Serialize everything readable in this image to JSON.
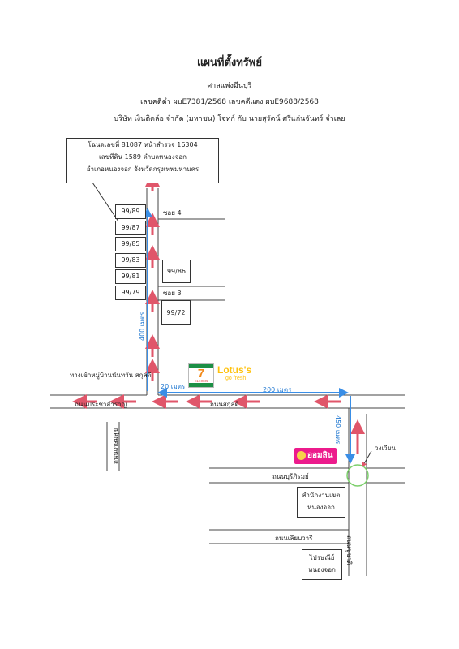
{
  "header": {
    "title": "แผนที่ตั้งทรัพย์",
    "court": "ศาลแพ่งมีนบุรี",
    "case_numbers": "เลขคดีดำ  ผบE7381/2568  เลขคดีแดง  ผบE9688/2568",
    "parties": "บริษัท  เงินติดล้อ  จำกัด  (มหาชน)  โจทก์  กับ  นายสุรัตน์  ศรีแก่นจันทร์  จำเลย"
  },
  "info_box": {
    "line1": "โฉนดเลขที่  81087  หน้าสำรวจ  16304",
    "line2": "เลขที่ดิน  1589  ตำบลหนองจอก",
    "line3": "อำเภอหนองจอก  จังหวัดกรุงเทพมหานคร"
  },
  "lots": [
    "99/89",
    "99/87",
    "99/85",
    "99/83",
    "99/81",
    "99/79"
  ],
  "buildings": {
    "b1": "99/86",
    "b2": "99/72",
    "office_line1": "สำนักงานเขต",
    "office_line2": "หนองจอก",
    "post_line1": "ไปรษณีย์",
    "post_line2": "หนองจอก"
  },
  "labels": {
    "soi4": "ซอย 4",
    "soi3": "ซอย 3",
    "entrance": "ทางเข้าหมู่บ้านนันทวัน สกุลดี",
    "road_pracha": "ถนนประชาสำราญ",
    "road_sakul": "ถนนสกุลดี",
    "road_kasem": "ถนนเกษมสุข",
    "road_buri": "ถนนบุรีภิรมย์",
    "road_liab": "ถนนเลียบวารี",
    "road_chuchat": "ถนนชูชาติ",
    "roundabout": "วงเวียน",
    "dist_400": "400 เมตร",
    "dist_20": "20 เมตร",
    "dist_200": "200 เมตร",
    "dist_450": "450 เมตร"
  },
  "stores": {
    "seven": "7",
    "seven_sub": "ELEVEN",
    "lotus": "Lotus's",
    "lotus_sub": "go fresh",
    "bank": "ออมสิน"
  },
  "colors": {
    "road_line": "#444444",
    "arrow_red": "#e0566a",
    "route_blue": "#3a8ee6",
    "seven_green": "#1c8f45",
    "seven_red": "#e22227",
    "seven_orange": "#f28a1b",
    "lotus_yellow": "#ffc20e",
    "bank_pink": "#ec1b8c",
    "roundabout_green": "#7ccf6b"
  }
}
